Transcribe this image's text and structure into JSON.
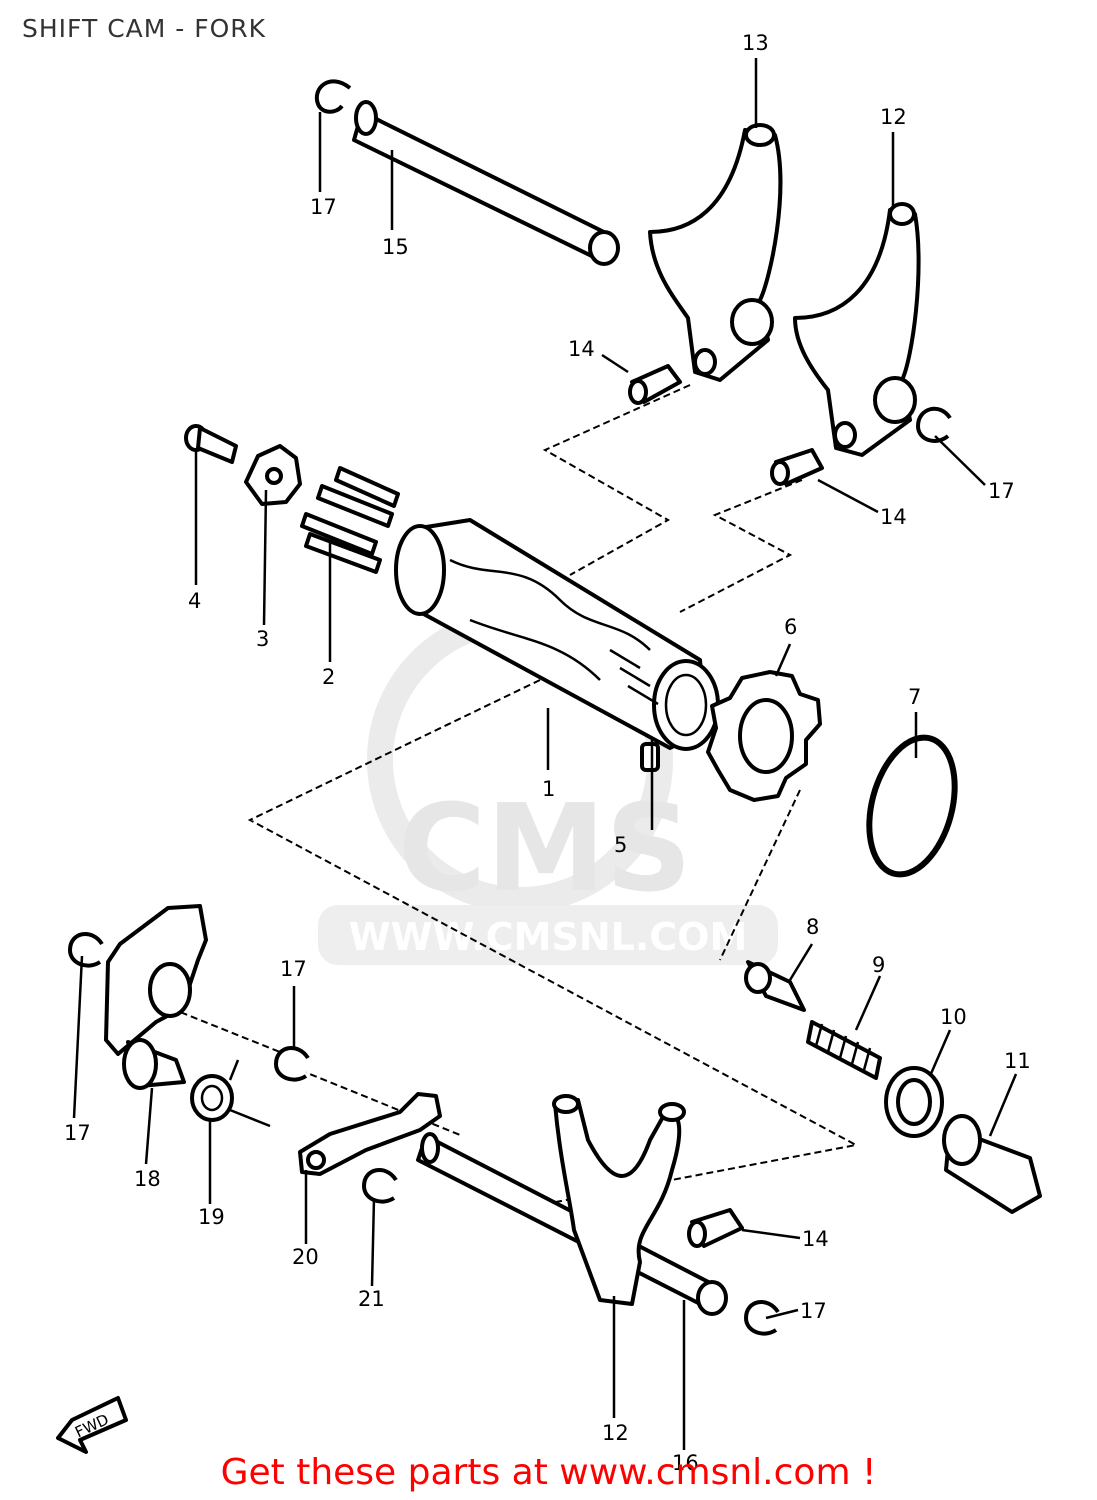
{
  "title": "SHIFT CAM - FORK",
  "footer": "Get these parts at www.cmsnl.com !",
  "watermark": {
    "logo": "CMS",
    "url": "WWW.CMSNL.COM"
  },
  "direction_marker": "FWD",
  "callouts": [
    {
      "id": "c13a",
      "label": "13"
    },
    {
      "id": "c12a",
      "label": "12"
    },
    {
      "id": "c17a",
      "label": "17"
    },
    {
      "id": "c15",
      "label": "15"
    },
    {
      "id": "c14a",
      "label": "14"
    },
    {
      "id": "c17b",
      "label": "17"
    },
    {
      "id": "c14b",
      "label": "14"
    },
    {
      "id": "c4",
      "label": "4"
    },
    {
      "id": "c3",
      "label": "3"
    },
    {
      "id": "c2",
      "label": "2"
    },
    {
      "id": "c6",
      "label": "6"
    },
    {
      "id": "c7",
      "label": "7"
    },
    {
      "id": "c1",
      "label": "1"
    },
    {
      "id": "c5",
      "label": "5"
    },
    {
      "id": "c8",
      "label": "8"
    },
    {
      "id": "c9",
      "label": "9"
    },
    {
      "id": "c10",
      "label": "10"
    },
    {
      "id": "c11",
      "label": "11"
    },
    {
      "id": "c17c",
      "label": "17"
    },
    {
      "id": "c17d",
      "label": "17"
    },
    {
      "id": "c18",
      "label": "18"
    },
    {
      "id": "c19",
      "label": "19"
    },
    {
      "id": "c20",
      "label": "20"
    },
    {
      "id": "c21",
      "label": "21"
    },
    {
      "id": "c14c",
      "label": "14"
    },
    {
      "id": "c17e",
      "label": "17"
    },
    {
      "id": "c12b",
      "label": "12"
    },
    {
      "id": "c16",
      "label": "16"
    }
  ],
  "colors": {
    "footer_text": "#ff0000",
    "title_text": "#333333",
    "line_art": "#000000",
    "watermark": "#e6e6e6"
  }
}
